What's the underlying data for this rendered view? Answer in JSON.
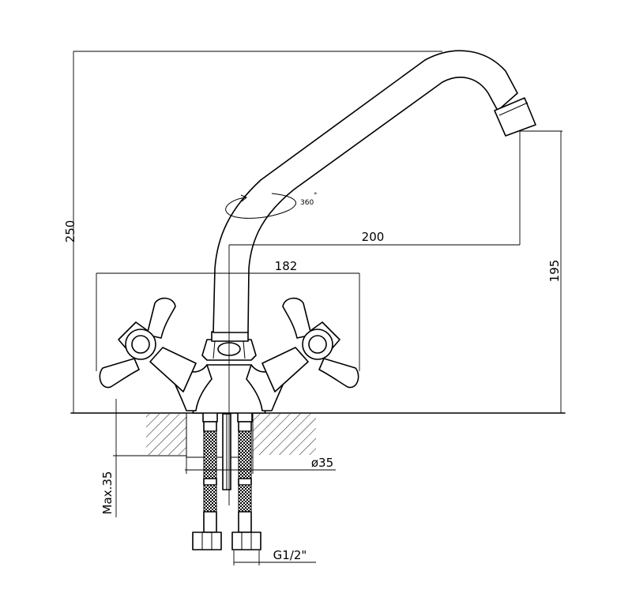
{
  "dimensions": {
    "overall_height": "250",
    "spout_reach": "200",
    "spout_height": "195",
    "handle_span": "182",
    "hole_diameter": "ø35",
    "max_thickness": "Max.35",
    "connection_thread": "G1/2\"",
    "rotation": "360",
    "rotation_unit": "°"
  }
}
